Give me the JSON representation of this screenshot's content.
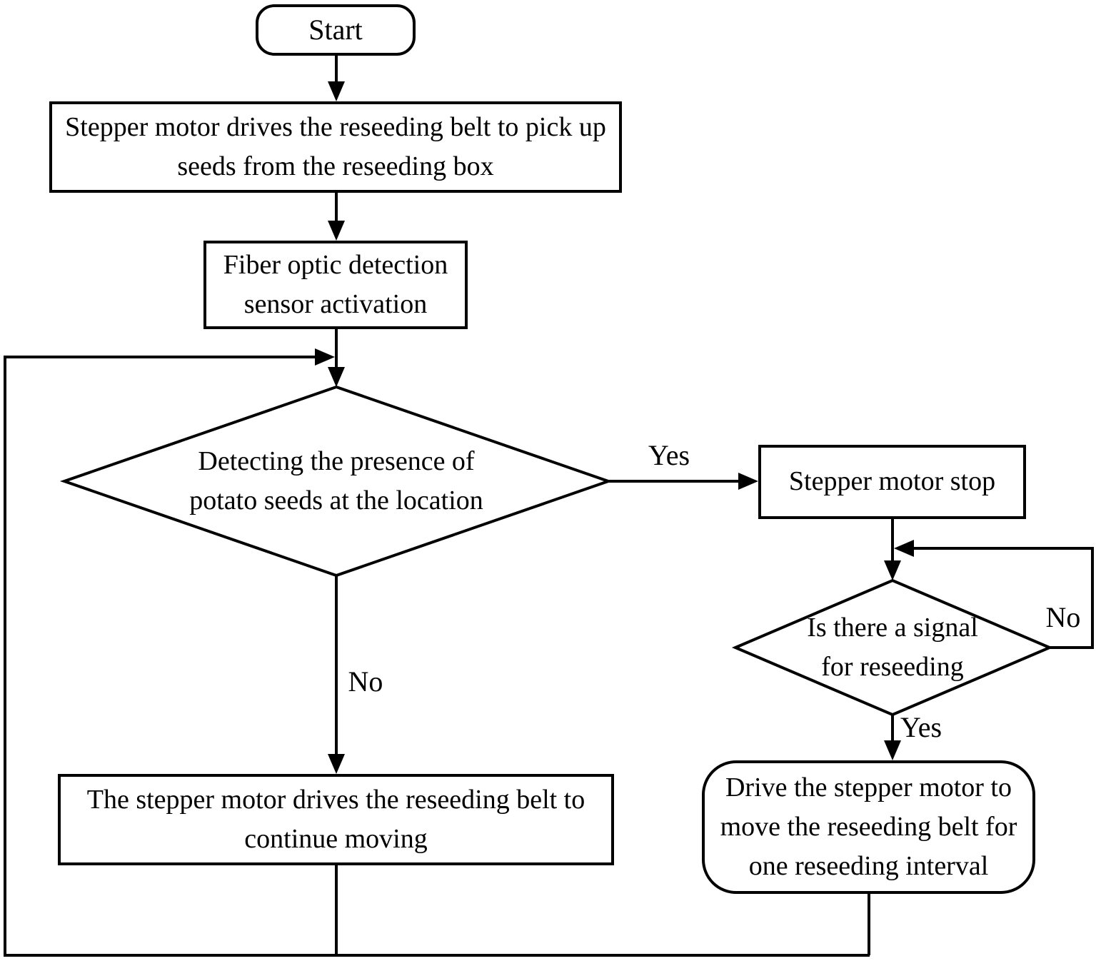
{
  "nodes": {
    "start": {
      "type": "terminator",
      "label": "Start"
    },
    "pick": {
      "type": "process",
      "label": "Stepper motor drives the reseeding belt to pick up seeds from the reseeding box"
    },
    "fiber": {
      "type": "process",
      "label": "Fiber optic detection sensor activation"
    },
    "detect": {
      "type": "decision",
      "label": "Detecting the presence of potato seeds at the location"
    },
    "stop": {
      "type": "process",
      "label": "Stepper motor stop"
    },
    "signal": {
      "type": "decision",
      "label": "Is there a signal for reseeding"
    },
    "drive": {
      "type": "terminator",
      "label": "Drive the stepper motor to move the reseeding belt for one reseeding interval"
    },
    "continue": {
      "type": "process",
      "label": "The stepper motor drives the reseeding belt to continue moving"
    }
  },
  "labels": {
    "detect_yes": "Yes",
    "detect_no": "No",
    "signal_no": "No",
    "signal_yes": "Yes"
  },
  "colors": {
    "ink": "#000000",
    "paper": "#ffffff"
  }
}
